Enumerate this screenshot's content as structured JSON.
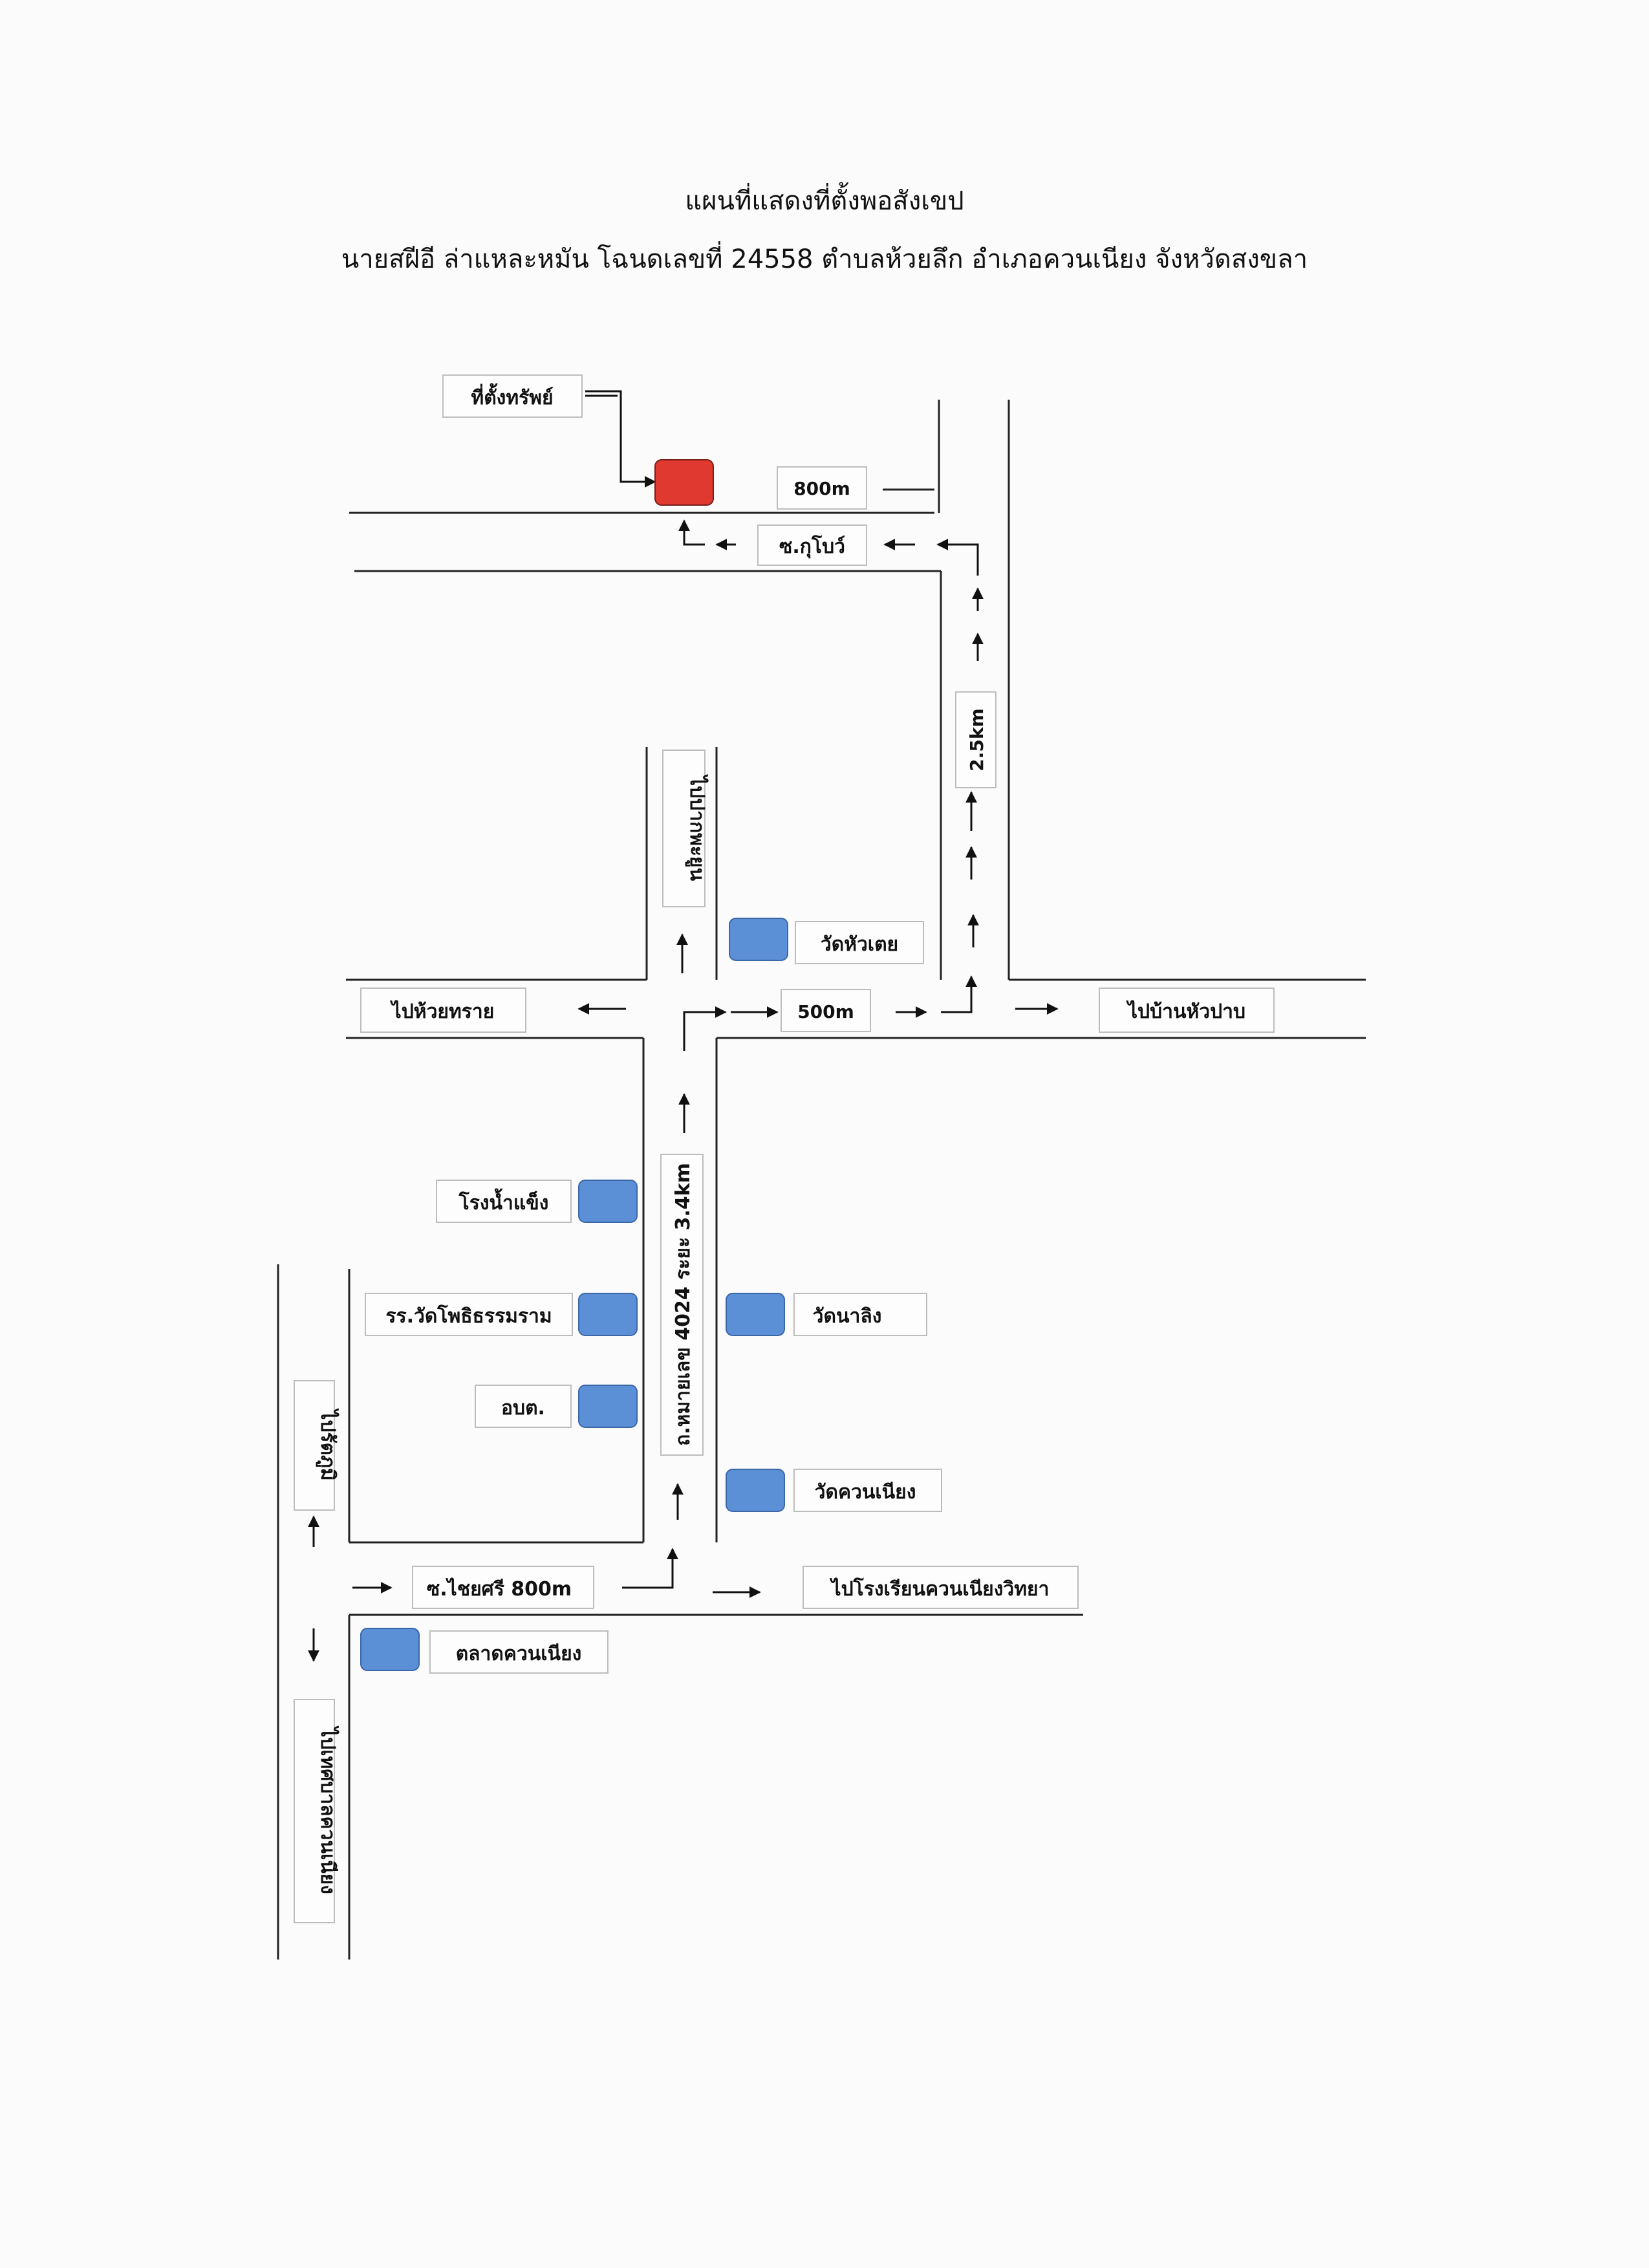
{
  "header": {
    "title": "แผนที่แสดงที่ตั้งพอสังเขป",
    "subtitle": "นายสฝีอี ล่าแหละหมัน โฉนดเลขที่ 24558 ตำบลห้วยลึก อำเภอควนเนียง จังหวัดสงขลา"
  },
  "colors": {
    "property_marker": "#e0392f",
    "landmark_marker": "#5b8fd6"
  },
  "labels": {
    "property": "ที่ตั้งทรัพย์",
    "dist_800": "800m",
    "soi_kubo": "ซ.กุโบว์",
    "dist_25": "2.5km",
    "to_pak_phayun": "ไปปากพะยูน",
    "wat_hua_toei": "วัดหัวเตย",
    "to_huai_sai": "ไปห้วยทราย",
    "dist_500": "500m",
    "to_ban_hua_pan": "ไปบ้านหัวปาบ",
    "ice_factory": "โรงน้ำแข็ง",
    "school_wat_pho": "รร.วัดโพธิธรรมราม",
    "obt": "อบต.",
    "wat_na_ling": "วัดนาลิง",
    "road_4024": "ถ.หมายเลข 4024 ระยะ 3.4km",
    "wat_khuan_niang": "วัดควนเนียง",
    "to_rattaphum": "ไปรัตภูมิ",
    "soi_chaisri": "ซ.ไชยศรี 800m",
    "to_school_khuan_niang": "ไปโรงเรียนควนเนียงวิทยา",
    "khuan_niang_market": "ตลาดควนเนียง",
    "to_khuan_niang_municipality": "ไปเทศบาลควนเนียง"
  }
}
